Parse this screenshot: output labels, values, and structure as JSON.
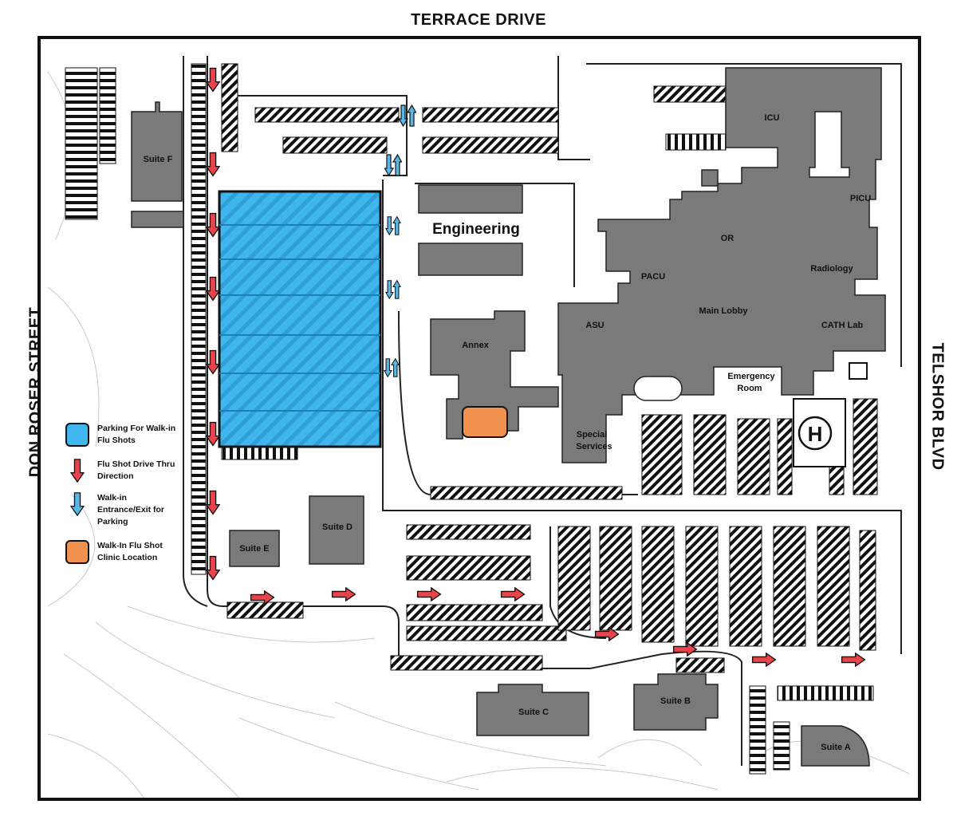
{
  "streets": {
    "top": "TERRACE DRIVE",
    "left": "DON ROSER STREET",
    "right": "TELSHOR BLVD"
  },
  "buildings": {
    "suite_a": "Suite A",
    "suite_b": "Suite B",
    "suite_c": "Suite C",
    "suite_d": "Suite D",
    "suite_e": "Suite E",
    "suite_f": "Suite F",
    "engineering": "Engineering",
    "annex": "Annex",
    "special_services_1": "Special",
    "special_services_2": "Services",
    "asu": "ASU",
    "pacu": "PACU",
    "or": "OR",
    "icu": "ICU",
    "picu": "PICU",
    "radiology": "Radiology",
    "main_lobby": "Main Lobby",
    "cath_lab": "CATH Lab",
    "emergency_1": "Emergency",
    "emergency_2": "Room",
    "helipad": "H"
  },
  "legend": {
    "parking_1": "Parking For Walk-in",
    "parking_2": "Flu Shots",
    "drive_1": "Flu Shot Drive Thru",
    "drive_2": "Direction",
    "walkin_1": "Walk-in",
    "walkin_2": "Entrance/Exit for",
    "walkin_3": "Parking",
    "clinic_1": "Walk-In Flu Shot",
    "clinic_2": "Clinic Location"
  },
  "colors": {
    "parking_blue": "#3fb6ee",
    "drive_red": "#e9434b",
    "walkin_blue": "#5ab8e8",
    "clinic_orange": "#f0924e",
    "building_gray": "#7a7a7a"
  },
  "icons": {
    "drive": "red-down-arrow-icon",
    "walkin": "blue-bidirectional-arrow-icon",
    "helipad": "helipad-icon"
  }
}
